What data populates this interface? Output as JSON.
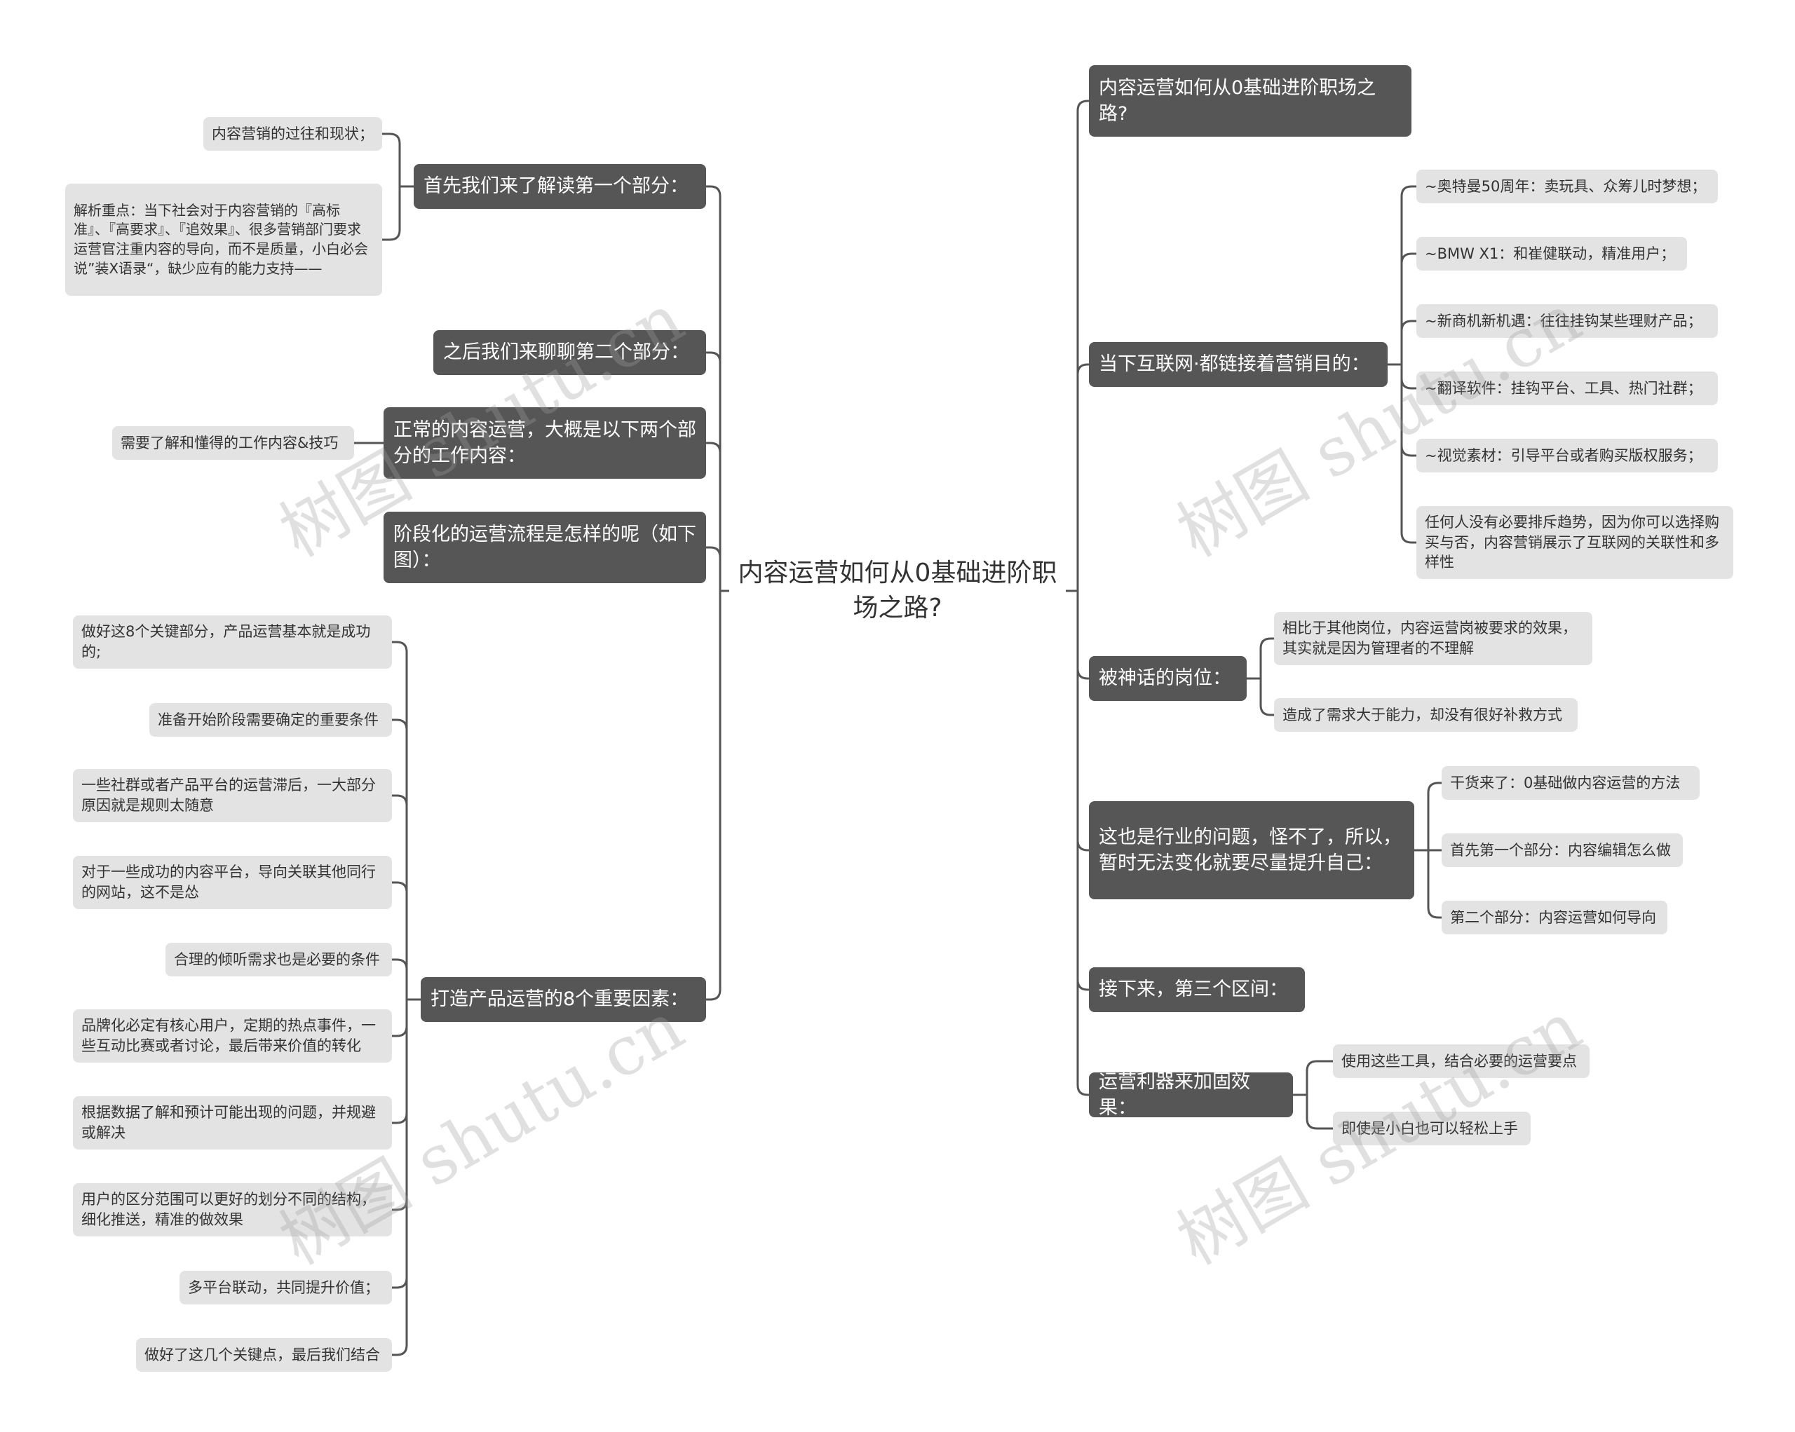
{
  "root": {
    "label": "内容运营如何从0基础进阶职场之路?"
  },
  "left": [
    {
      "label": "首先我们来了解读第一个部分：",
      "children": [
        "内容营销的过往和现状；",
        "解析重点：当下社会对于内容营销的『高标准』、『高要求』、『追效果』、很多营销部门要求运营官注重内容的导向，而不是质量，小白必会说”装X语录“，缺少应有的能力支持——"
      ]
    },
    {
      "label": "之后我们来聊聊第二个部分：",
      "children": []
    },
    {
      "label": "正常的内容运营，大概是以下两个部分的工作内容：",
      "children": [
        "需要了解和懂得的工作内容&技巧"
      ]
    },
    {
      "label": "阶段化的运营流程是怎样的呢（如下图）：",
      "children": []
    },
    {
      "label": "打造产品运营的8个重要因素：",
      "children": [
        "做好这8个关键部分，产品运营基本就是成功的;",
        "准备开始阶段需要确定的重要条件",
        "一些社群或者产品平台的运营滞后，一大部分原因就是规则太随意",
        "对于一些成功的内容平台，导向关联其他同行的网站，这不是怂",
        "合理的倾听需求也是必要的条件",
        "品牌化必定有核心用户，定期的热点事件，一些互动比赛或者讨论，最后带来价值的转化",
        "根据数据了解和预计可能出现的问题，并规避或解决",
        "用户的区分范围可以更好的划分不同的结构，细化推送，精准的做效果",
        "多平台联动，共同提升价值；",
        "做好了这几个关键点，最后我们结合"
      ]
    }
  ],
  "right": [
    {
      "label": "内容运营如何从0基础进阶职场之路?",
      "children": []
    },
    {
      "label": "当下互联网·都链接着营销目的：",
      "children": [
        "~奥特曼50周年：卖玩具、众筹儿时梦想；",
        "~BMW X1：和崔健联动，精准用户；",
        "~新商机新机遇：往往挂钩某些理财产品；",
        "~翻译软件：挂钩平台、工具、热门社群；",
        "~视觉素材：引导平台或者购买版权服务；",
        "任何人没有必要排斥趋势，因为你可以选择购买与否，内容营销展示了互联网的关联性和多样性"
      ]
    },
    {
      "label": "被神话的岗位：",
      "children": [
        "相比于其他岗位，内容运营岗被要求的效果，其实就是因为管理者的不理解",
        "造成了需求大于能力，却没有很好补救方式"
      ]
    },
    {
      "label": "这也是行业的问题，怪不了，所以，暂时无法变化就要尽量提升自己：",
      "children": [
        "干货来了：0基础做内容运营的方法",
        "首先第一个部分：内容编辑怎么做",
        "第二个部分：内容运营如何导向"
      ]
    },
    {
      "label": "接下来，第三个区间：",
      "children": []
    },
    {
      "label": "运营利器来加固效果：",
      "children": [
        "使用这些工具，结合必要的运营要点",
        "即使是小白也可以轻松上手"
      ]
    }
  ],
  "watermark": "树图 shutu.cn"
}
